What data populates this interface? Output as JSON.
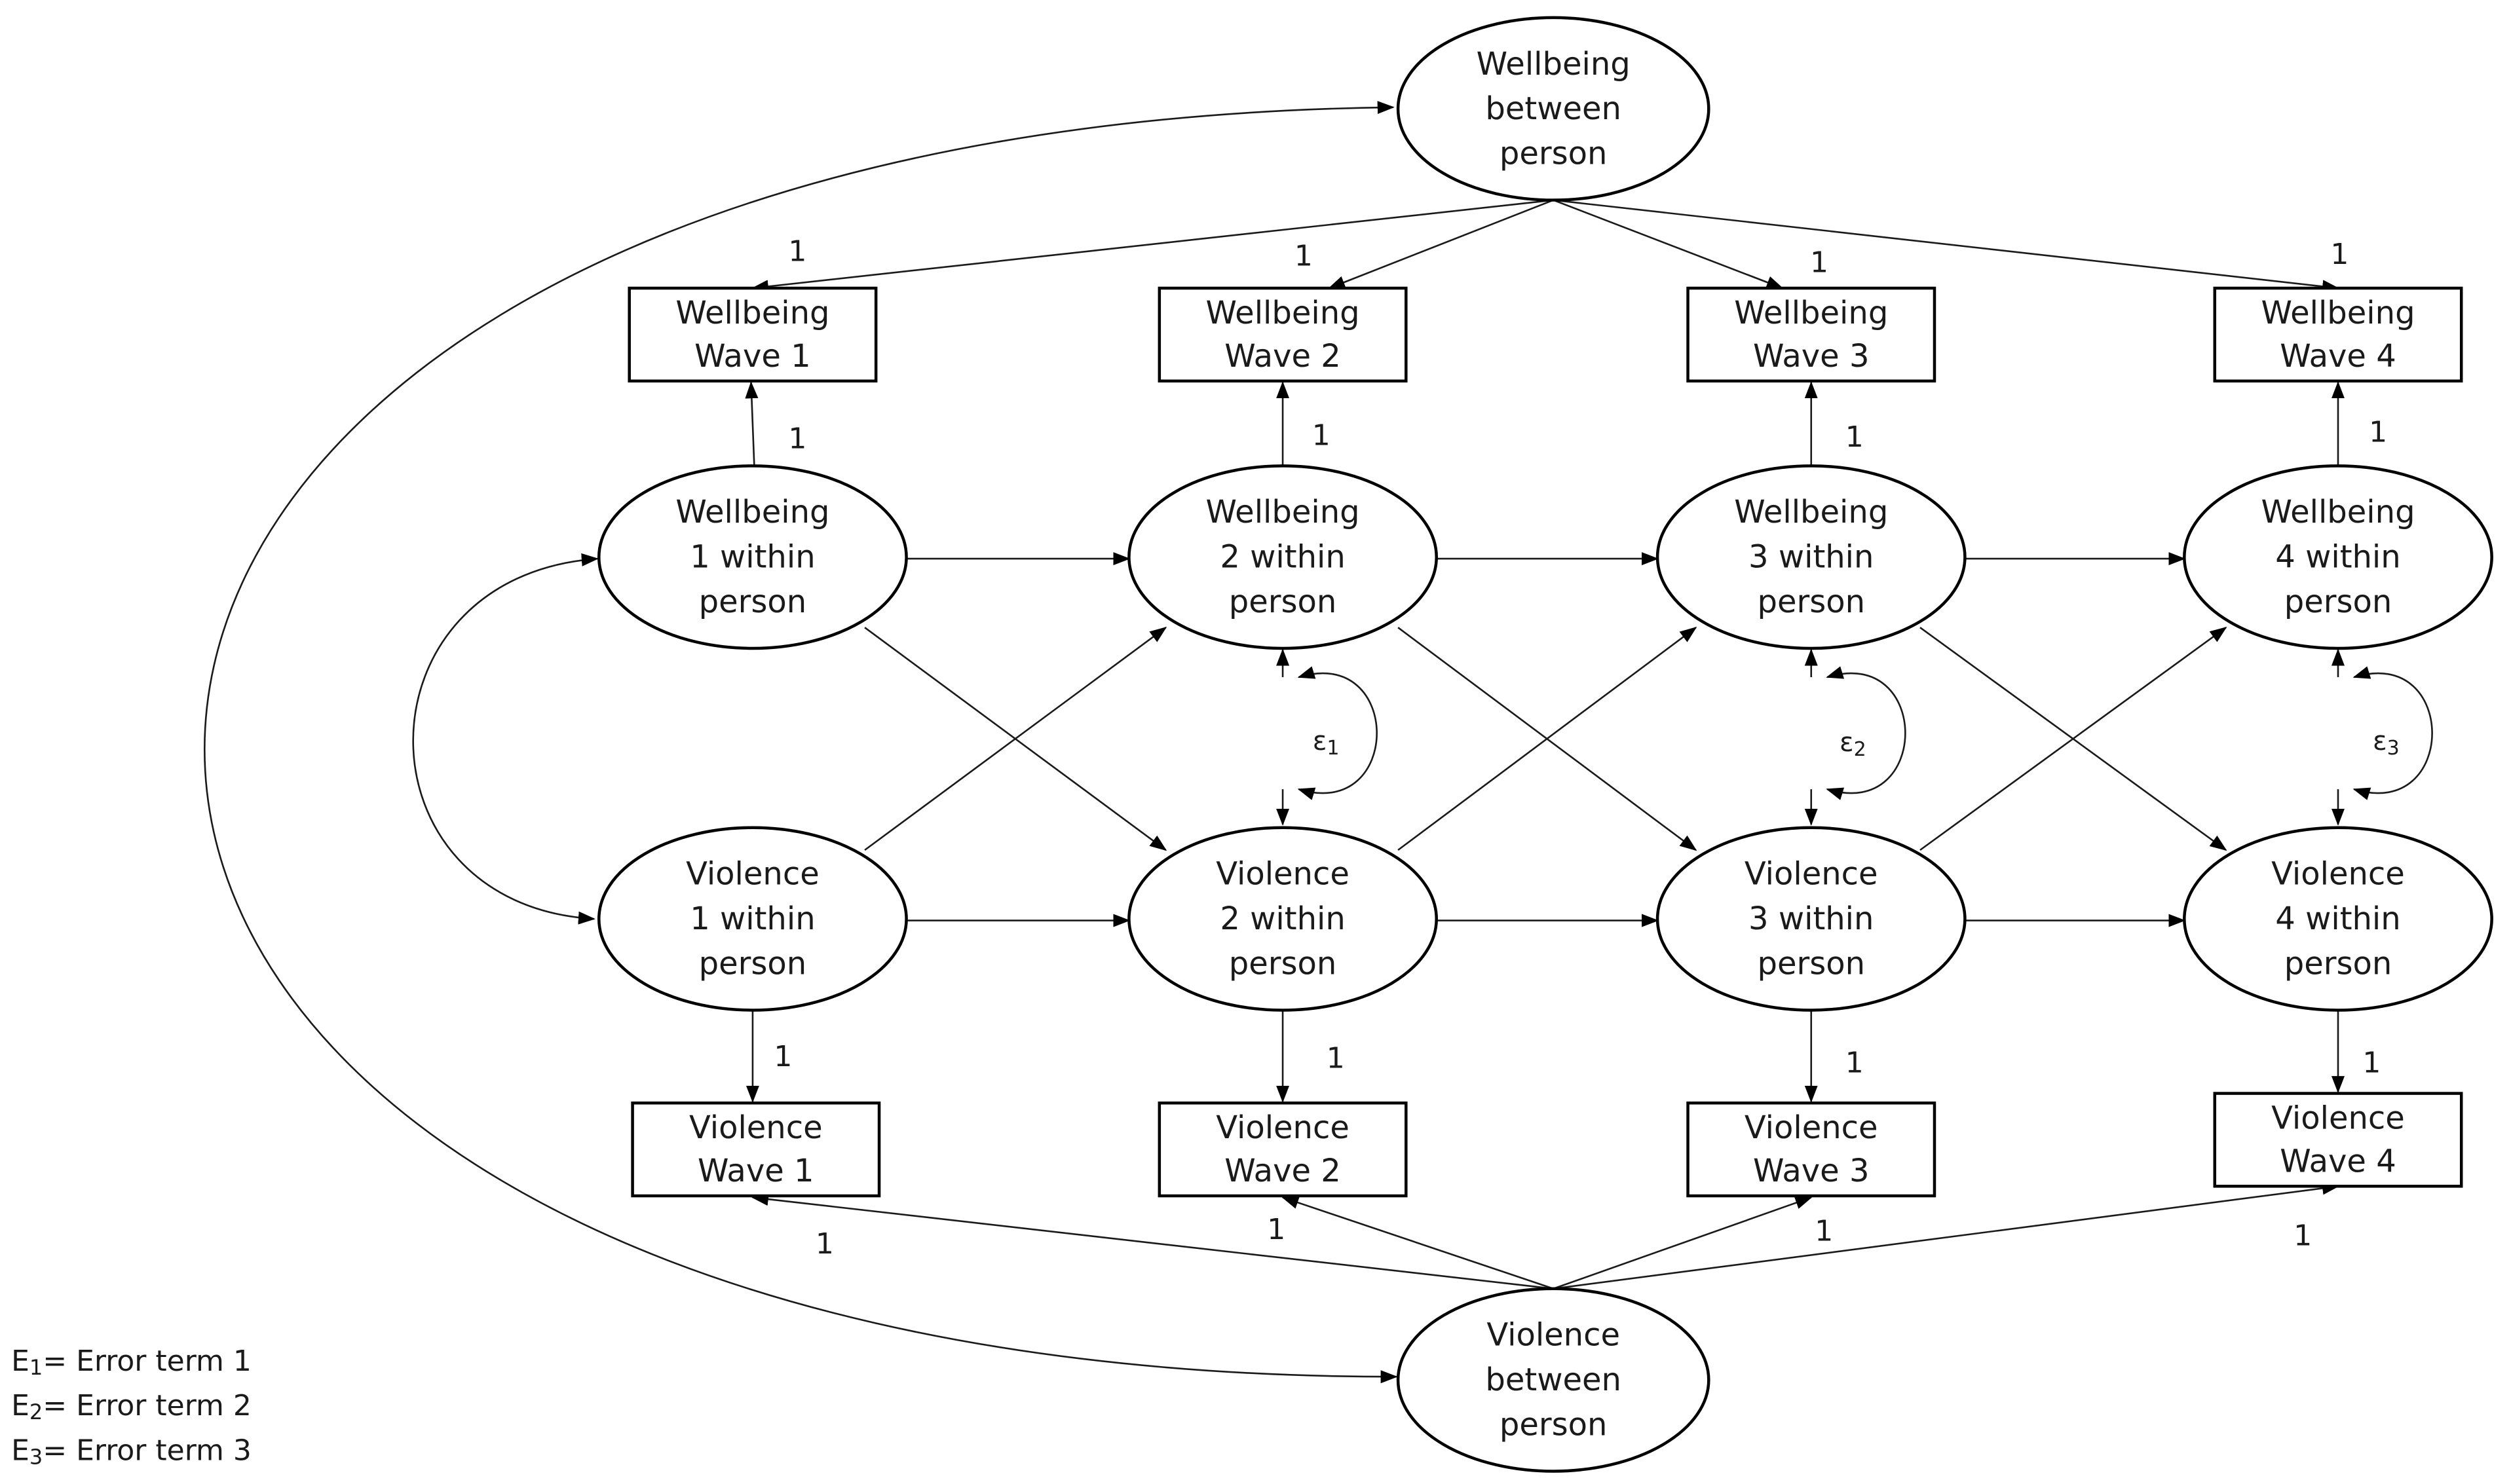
{
  "nodes": {
    "wb_between": {
      "lines": [
        "Wellbeing",
        "between",
        "person"
      ]
    },
    "v_between": {
      "lines": [
        "Violence",
        "between",
        "person"
      ]
    },
    "wb_obs": [
      {
        "lines": [
          "Wellbeing",
          "Wave 1"
        ]
      },
      {
        "lines": [
          "Wellbeing",
          "Wave 2"
        ]
      },
      {
        "lines": [
          "Wellbeing",
          "Wave 3"
        ]
      },
      {
        "lines": [
          "Wellbeing",
          "Wave 4"
        ]
      }
    ],
    "wb_within": [
      {
        "lines": [
          "Wellbeing",
          "1 within",
          "person"
        ]
      },
      {
        "lines": [
          "Wellbeing",
          "2 within",
          "person"
        ]
      },
      {
        "lines": [
          "Wellbeing",
          "3 within",
          "person"
        ]
      },
      {
        "lines": [
          "Wellbeing",
          "4 within",
          "person"
        ]
      }
    ],
    "v_within": [
      {
        "lines": [
          "Violence",
          "1 within",
          "person"
        ]
      },
      {
        "lines": [
          "Violence",
          "2 within",
          "person"
        ]
      },
      {
        "lines": [
          "Violence",
          "3 within",
          "person"
        ]
      },
      {
        "lines": [
          "Violence",
          "4 within",
          "person"
        ]
      }
    ],
    "v_obs": [
      {
        "lines": [
          "Violence",
          "Wave 1"
        ]
      },
      {
        "lines": [
          "Violence",
          "Wave 2"
        ]
      },
      {
        "lines": [
          "Violence",
          "Wave 3"
        ]
      },
      {
        "lines": [
          "Violence",
          "Wave 4"
        ]
      }
    ]
  },
  "path_labels": {
    "wb_between_loadings": [
      "1",
      "1",
      "1",
      "1"
    ],
    "wb_within_loadings": [
      "1",
      "1",
      "1",
      "1"
    ],
    "v_within_loadings": [
      "1",
      "1",
      "1",
      "1"
    ],
    "v_between_loadings": [
      "1",
      "1",
      "1",
      "1"
    ]
  },
  "error_terms": [
    {
      "symbol": "ε",
      "sub": "1"
    },
    {
      "symbol": "ε",
      "sub": "2"
    },
    {
      "symbol": "ε",
      "sub": "3"
    }
  ],
  "legend": [
    {
      "symbol": "E",
      "sub": "1",
      "text": "= Error term 1"
    },
    {
      "symbol": "E",
      "sub": "2",
      "text": "= Error term 2"
    },
    {
      "symbol": "E",
      "sub": "3",
      "text": "= Error term 3"
    }
  ]
}
